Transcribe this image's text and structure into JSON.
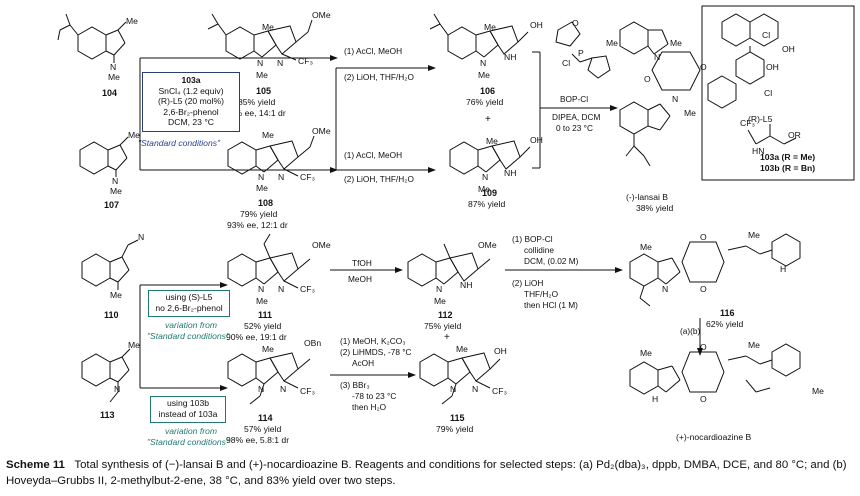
{
  "compounds": {
    "c104": {
      "label": "104"
    },
    "c105": {
      "label": "105",
      "yield": "85% yield",
      "ee": "92% ee, 14:1 dr"
    },
    "c106": {
      "label": "106",
      "yield": "76% yield"
    },
    "c107": {
      "label": "107"
    },
    "c108": {
      "label": "108",
      "yield": "79% yield",
      "ee": "93% ee, 12:1 dr"
    },
    "c109": {
      "label": "109",
      "yield": "87% yield"
    },
    "lansai": {
      "label": "(-)-lansai B",
      "yield": "38% yield"
    },
    "c110": {
      "label": "110"
    },
    "c111": {
      "label": "111",
      "yield": "52% yield",
      "ee": "90% ee, 19:1 dr"
    },
    "c112": {
      "label": "112",
      "yield": "75% yield"
    },
    "c116": {
      "label": "116",
      "yield": "62% yield"
    },
    "c113": {
      "label": "113"
    },
    "c114": {
      "label": "114",
      "yield": "57% yield",
      "ee": "98% ee, 5.8:1 dr"
    },
    "c115": {
      "label": "115",
      "yield": "79% yield"
    },
    "nocard": {
      "label": "(+)-nocardioazine B"
    }
  },
  "box_standard": {
    "line1": "103a",
    "line2": "SnCl₄ (1.2 equiv)",
    "line3": "(R)-L5 (20 mol%)",
    "line4": "2,6-Br₂-phenol",
    "line5": "DCM, 23 °C",
    "note": "\"Standard conditions\""
  },
  "box_variation1": {
    "line1": "using (S)-L5",
    "line2": "no 2,6-Br₂-phenol",
    "note1": "variation from",
    "note2": "\"Standard conditions\""
  },
  "box_variation2": {
    "line1": "using 103b",
    "line2": "instead of 103a",
    "note1": "variation from",
    "note2": "\"Standard conditions\""
  },
  "conditions": {
    "r1a": "(1) AcCl, MeOH",
    "r1b": "(2) LiOH, THF/H₂O",
    "r2a": "(1) AcCl, MeOH",
    "r2b": "(2) LiOH, THF/H₂O",
    "coupling_reagent": "BOP-Cl",
    "coupling_a": "DIPEA, DCM",
    "coupling_b": "0 to 23 °C",
    "r3a": "TfOH",
    "r3b": "MeOH",
    "r4a": "(1) BOP-Cl",
    "r4b": "collidine",
    "r4c": "DCM, (0.02 M)",
    "r4d": "(2) LiOH",
    "r4e": "THF/H₂O",
    "r4f": "then HCl (1 M)",
    "r5a": "(1) MeOH, K₂CO₃",
    "r5b": "(2) LiHMDS, -78 °C",
    "r5c": "AcOH",
    "r5d": "(3) BBr₃",
    "r5e": "-78 to 23 °C",
    "r5f": "then H₂O",
    "r6": "(a)(b)"
  },
  "ligand": {
    "label": "(R)-L5",
    "ester_a": "103a (R = Me)",
    "ester_b": "103b (R = Bn)"
  },
  "atoms": {
    "me": "Me",
    "n": "N",
    "h": "H",
    "nh": "NH",
    "o": "O",
    "oh": "OH",
    "ome": "OMe",
    "obn": "OBn",
    "cf3": "CF₃",
    "cl": "Cl",
    "p": "P",
    "or": "OR",
    "hn": "HN"
  },
  "plus": "+",
  "caption": {
    "title": "Scheme 11",
    "text": "Total synthesis of (−)-lansai B and (+)-nocardioazine B. Reagents and conditions for selected steps: (a) Pd₂(dba)₃, dppb, DMBA, DCE, and 80 °C; and (b) Hoveyda–Grubbs II, 2-methylbut-2-ene, 38 °C, and 83% yield over two steps."
  }
}
